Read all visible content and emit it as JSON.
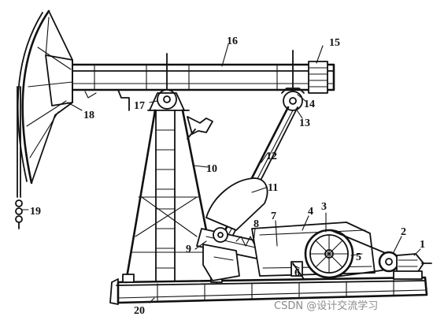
{
  "labels": {
    "l1": "1",
    "l2": "2",
    "l3": "3",
    "l4": "4",
    "l5": "5",
    "l6": "6",
    "l7": "7",
    "l8": "8",
    "l9": "9",
    "l10": "10",
    "l11": "11",
    "l12": "12",
    "l13": "13",
    "l14": "14",
    "l15": "15",
    "l16": "16",
    "l17": "17",
    "l18": "18",
    "l19": "19",
    "l20": "20"
  },
  "watermark": "CSDN @设计交流学习"
}
